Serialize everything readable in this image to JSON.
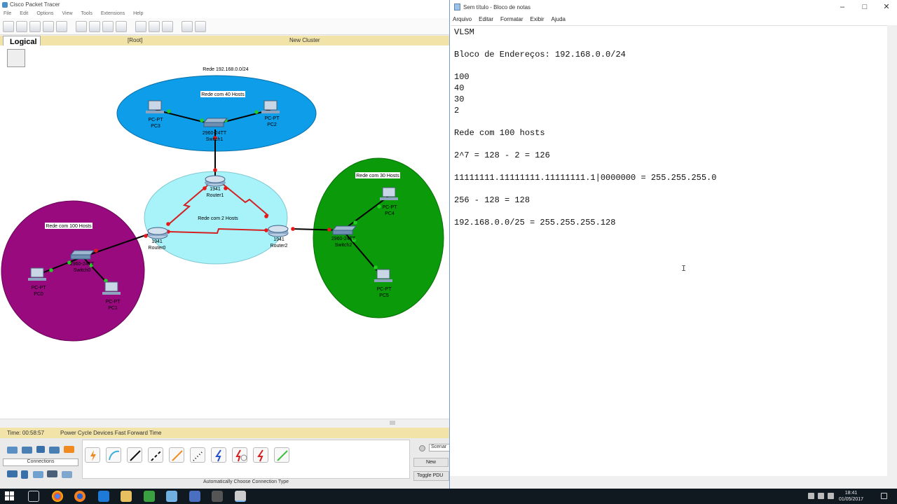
{
  "packet_tracer": {
    "title": "Cisco Packet Tracer",
    "menu": [
      "File",
      "Edit",
      "Options",
      "View",
      "Tools",
      "Extensions",
      "Help"
    ],
    "nav": {
      "logical": "Logical",
      "root": "[Root]",
      "cluster": "New Cluster"
    },
    "network": {
      "title": "Rede 192.168.0.0/24",
      "clusters": {
        "hosts40": "Rede com 40 Hosts",
        "hosts2": "Rede com 2 Hosts",
        "hosts30": "Rede com 30 Hosts",
        "hosts100": "Rede com 100 Hosts"
      },
      "devices": {
        "pc3": {
          "model": "PC-PT",
          "name": "PC3"
        },
        "pc2": {
          "model": "PC-PT",
          "name": "PC2"
        },
        "switch1": {
          "model": "2960-24TT",
          "name": "Switch1"
        },
        "router1": {
          "model": "1941",
          "name": "Router1"
        },
        "router0": {
          "model": "1941",
          "name": "Router0"
        },
        "router2": {
          "model": "1941",
          "name": "Router2"
        },
        "switch2": {
          "model": "2960-24TT",
          "name": "Switch2"
        },
        "pc4": {
          "model": "PC-PT",
          "name": "PC4"
        },
        "pc5": {
          "model": "PC-PT",
          "name": "PC5"
        },
        "switch0": {
          "model": "2960-24TT",
          "name": "Switch0"
        },
        "pc0": {
          "model": "PC-PT",
          "name": "PC0"
        },
        "pc1": {
          "model": "PC-PT",
          "name": "PC1"
        }
      }
    },
    "status": {
      "time": "Time: 00:58:57",
      "power": "Power Cycle Devices  Fast Forward Time"
    },
    "bottom": {
      "connections_label": "Connections",
      "hint": "Automatically Choose Connection Type",
      "scenario": "Scenar",
      "new_label": "New",
      "toggle_label": "Toggle PDU"
    }
  },
  "notepad": {
    "title": "Sem título - Bloco de notas",
    "menu": [
      "Arquivo",
      "Editar",
      "Formatar",
      "Exibir",
      "Ajuda"
    ],
    "lines": [
      "VLSM",
      "",
      "Bloco de Endereços: 192.168.0.0/24",
      "",
      "100",
      "40",
      "30",
      "2",
      "",
      "Rede com 100 hosts",
      "",
      "2^7 = 128 - 2 = 126",
      "",
      "11111111.11111111.11111111.1|0000000 = 255.255.255.0",
      "",
      "256 - 128 = 128",
      "",
      "192.168.0.0/25 = 255.255.255.128"
    ]
  },
  "taskbar": {
    "time": "18:41",
    "date": "01/05/2017"
  },
  "colors": {
    "cluster40": "#0e9de8",
    "cluster2": "#a8f2fa",
    "cluster30": "#0a9a0a",
    "cluster100": "#990a7f",
    "nav_bar": "#f2e3a8",
    "link_red": "#d42020"
  }
}
